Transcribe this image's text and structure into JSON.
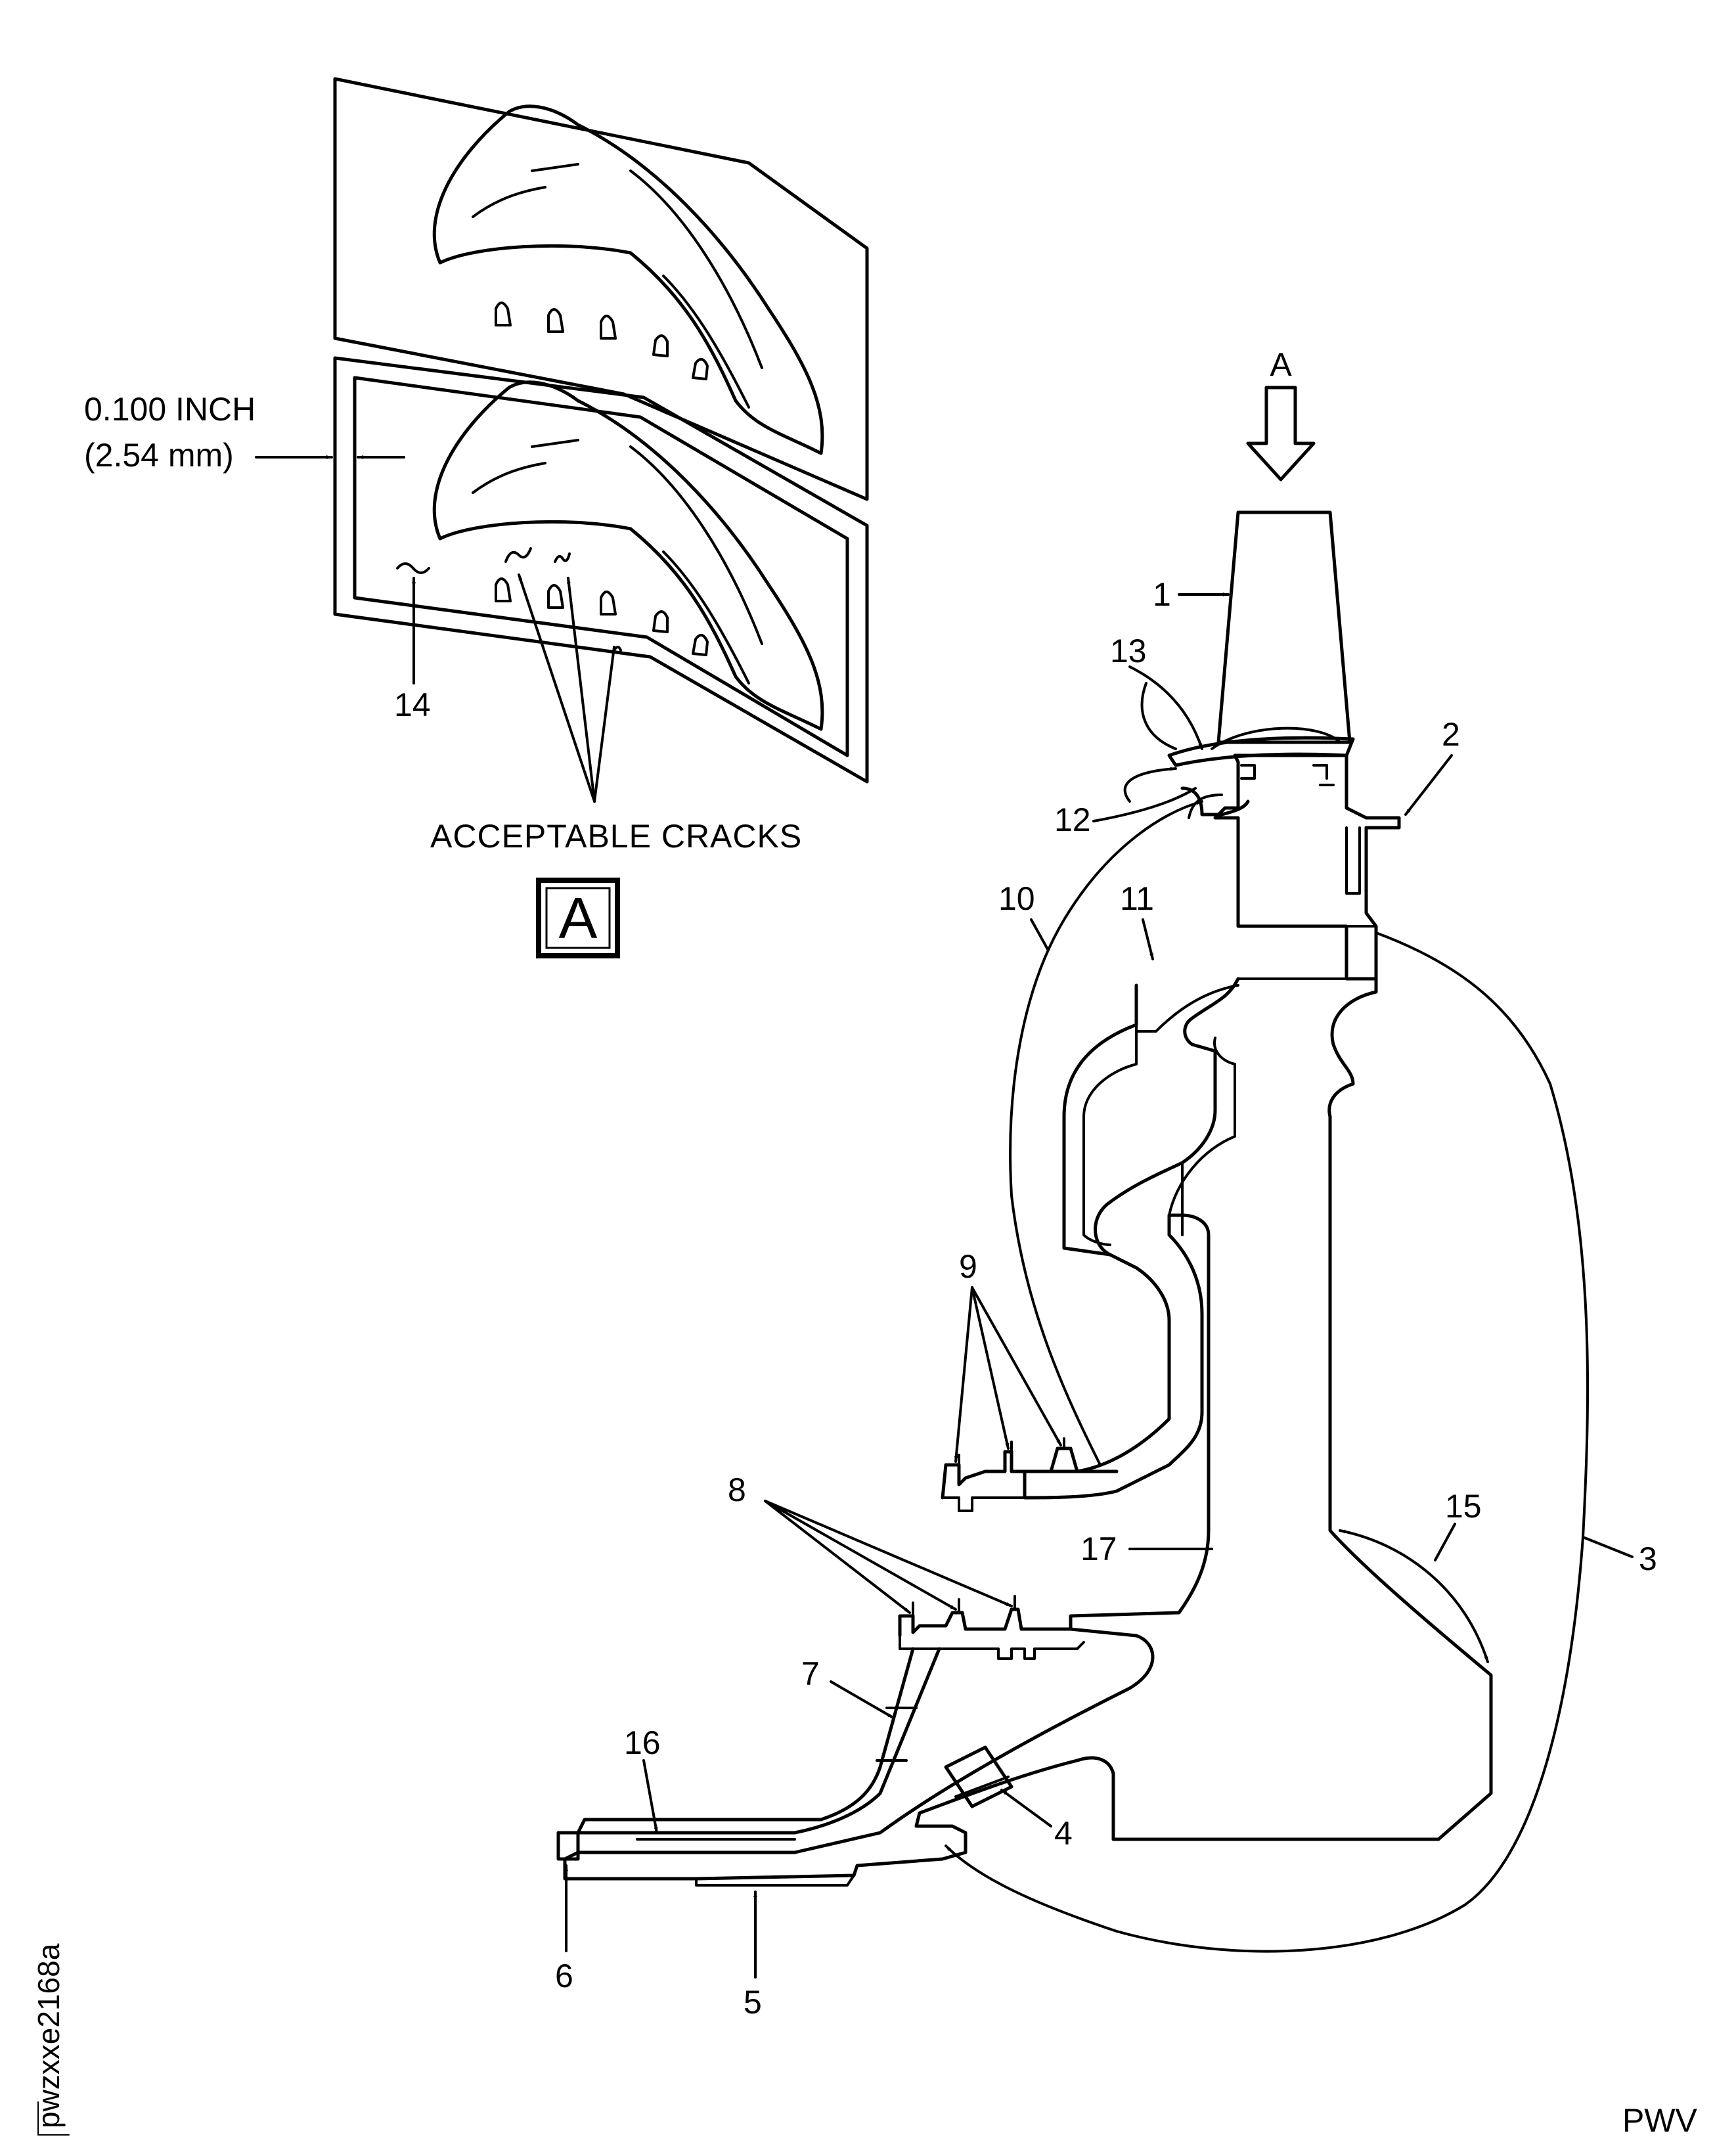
{
  "figure": {
    "view_arrow_label": "A",
    "detail_label": "A",
    "dimension": {
      "line1": "0.100 INCH",
      "line2": "(2.54 mm)"
    },
    "acceptable_cracks_label": "ACCEPTABLE CRACKS",
    "figure_code": "pwzxxe2168a",
    "engine_code": "PWV",
    "callouts": {
      "c1": "1",
      "c2": "2",
      "c3": "3",
      "c4": "4",
      "c5": "5",
      "c6": "6",
      "c7": "7",
      "c8": "8",
      "c9": "9",
      "c10": "10",
      "c11": "11",
      "c12": "12",
      "c13": "13",
      "c14": "14",
      "c15": "15",
      "c16": "16",
      "c17": "17"
    }
  }
}
